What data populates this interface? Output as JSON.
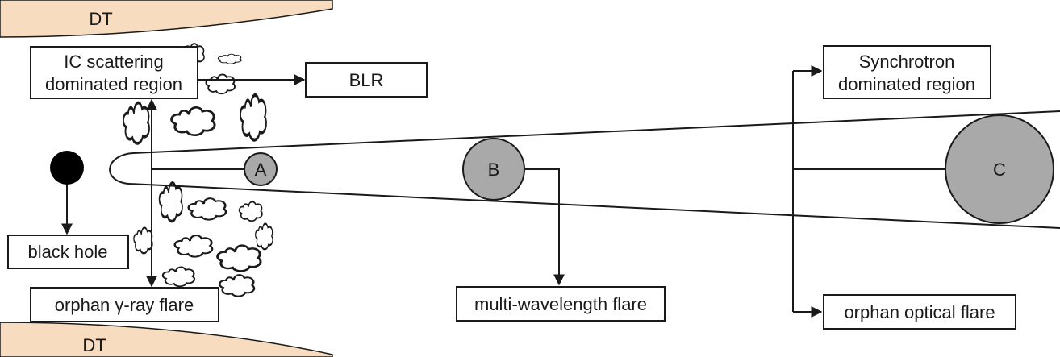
{
  "torus": {
    "top_label": "DT",
    "bottom_label": "DT"
  },
  "regions": {
    "ic_line1": "IC scattering",
    "ic_line2": "dominated region",
    "sync_line1": "Synchrotron",
    "sync_line2": "dominated region"
  },
  "labels": {
    "blr": "BLR",
    "black_hole": "black hole",
    "orphan_gamma": "orphan γ-ray flare",
    "multi_wavelength": "multi-wavelength flare",
    "orphan_optical": "orphan optical flare"
  },
  "blobs": {
    "a": "A",
    "b": "B",
    "c": "C"
  },
  "colors": {
    "torus_fill": "#f8dcc0",
    "blob_fill": "#a9a9a9",
    "black_hole": "#000000"
  }
}
